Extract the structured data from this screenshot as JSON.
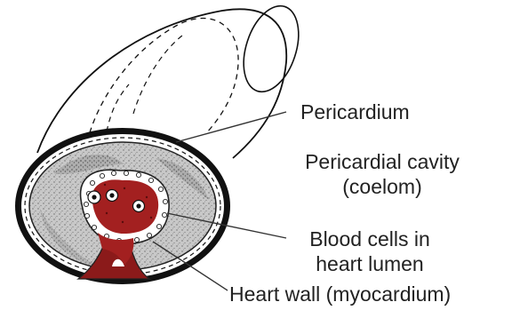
{
  "diagram": {
    "labels": {
      "pericardium": "Pericardium",
      "pericardial_cavity_line1": "Pericardial cavity",
      "pericardial_cavity_line2": "(coelom)",
      "blood_cells_line1": "Blood cells in",
      "blood_cells_line2": "heart lumen",
      "heart_wall": "Heart wall (myocardium)"
    },
    "colors": {
      "outline": "#111111",
      "cavity_fill": "#cfcfcf",
      "heart_wall": "#8b1a1a",
      "lumen": "#a32020",
      "label_text": "#222222",
      "leader_line": "#333333"
    }
  }
}
